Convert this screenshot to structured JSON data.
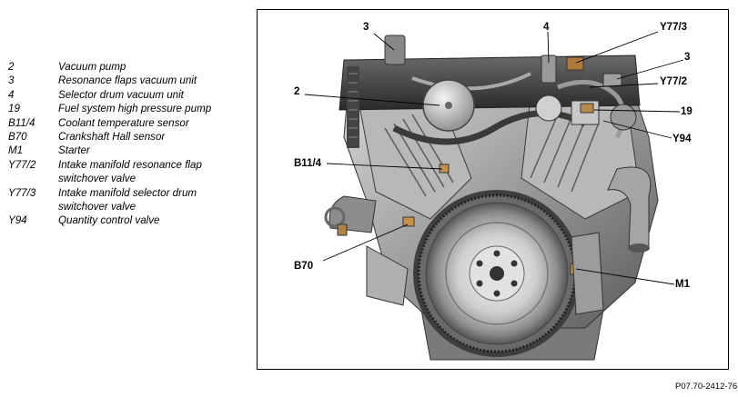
{
  "legend": [
    {
      "code": "2",
      "lines": [
        "Vacuum pump"
      ]
    },
    {
      "code": "3",
      "lines": [
        "Resonance flaps vacuum unit"
      ]
    },
    {
      "code": "4",
      "lines": [
        "Selector drum vacuum unit"
      ]
    },
    {
      "code": "19",
      "lines": [
        "Fuel system high pressure pump"
      ]
    },
    {
      "code": "B11/4",
      "lines": [
        "Coolant temperature sensor"
      ]
    },
    {
      "code": "B70",
      "lines": [
        "Crankshaft Hall sensor"
      ]
    },
    {
      "code": "M1",
      "lines": [
        "Starter"
      ]
    },
    {
      "code": "Y77/2",
      "lines": [
        "Intake manifold resonance flap",
        "switchover valve"
      ]
    },
    {
      "code": "Y77/3",
      "lines": [
        "Intake manifold selector drum",
        "switchover valve"
      ]
    },
    {
      "code": "Y94",
      "lines": [
        "Quantity control valve"
      ]
    }
  ],
  "callouts": {
    "c3_left": "3",
    "c4": "4",
    "c_y77_3": "Y77/3",
    "c3_right": "3",
    "c_y77_2": "Y77/2",
    "c2": "2",
    "c19": "19",
    "c_y94": "Y94",
    "c_b11_4": "B11/4",
    "c_b70": "B70",
    "c_m1": "M1"
  },
  "figure_reference": "P07.70-2412-76"
}
